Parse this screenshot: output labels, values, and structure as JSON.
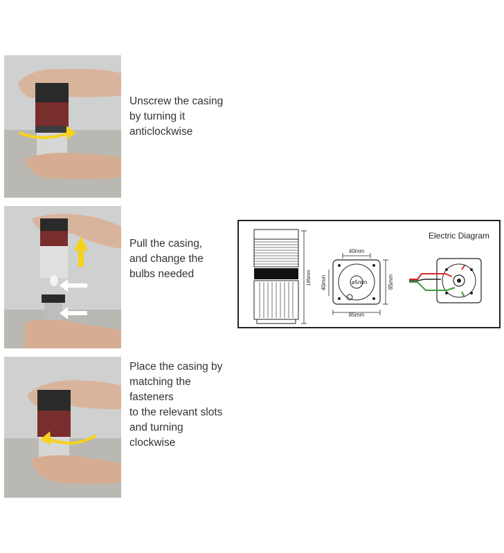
{
  "steps": [
    {
      "id": "unscrew",
      "text": "Unscrew the casing\nby turning it\nanticlockwise"
    },
    {
      "id": "change-bulbs",
      "text": "Pull the casing,\nand change the\nbulbs needed"
    },
    {
      "id": "refit",
      "text": "Place the casing by\nmatching the\nfasteners\nto the relevant slots\nand turning\nclockwise"
    }
  ],
  "diagram": {
    "title": "Electric Diagram",
    "height_label": "195mm",
    "top_width_label": "40mm",
    "left_height_label": "40mm",
    "hole_label": "⌀5mm",
    "right_height_label": "85mm",
    "bottom_width_label": "85mm"
  },
  "colors": {
    "arrow_yellow": "#f7d21a",
    "arrow_white": "#ffffff",
    "lens_red": "#8b2a2a",
    "lens_green": "#2e5a3a",
    "wire_red": "#d8262b",
    "wire_green": "#3a9a3a",
    "frame": "#222222"
  }
}
